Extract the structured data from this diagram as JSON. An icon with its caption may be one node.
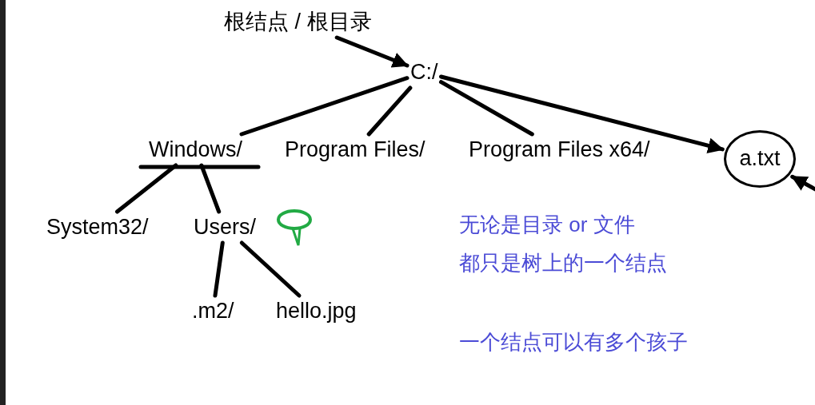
{
  "diagram": {
    "nodes": [
      {
        "text": [
          "根结点 / 根目录"
        ]
      },
      {
        "text": [
          "C:/"
        ]
      },
      {
        "text": [
          "Windows/"
        ]
      },
      {
        "text": [
          "Program Files/"
        ]
      },
      {
        "text": [
          "Program Files x64/"
        ]
      },
      {
        "text": [
          "a.txt"
        ]
      },
      {
        "text": [
          "System32/"
        ]
      },
      {
        "text": [
          "Users/"
        ]
      },
      {
        "text": [
          ".m2/"
        ]
      },
      {
        "text": [
          "hello.jpg"
        ]
      }
    ],
    "edges": [
      {
        "from": 0,
        "to": 1,
        "arrow": "to"
      },
      {
        "from": 1,
        "to": 2,
        "arrow": "none"
      },
      {
        "from": 1,
        "to": 3,
        "arrow": "none"
      },
      {
        "from": 1,
        "to": 4,
        "arrow": "none"
      },
      {
        "from": 1,
        "to": 5,
        "arrow": "to"
      },
      {
        "from": 2,
        "to": 6,
        "arrow": "none"
      },
      {
        "from": 2,
        "to": 7,
        "arrow": "none"
      },
      {
        "from": 7,
        "to": 8,
        "arrow": "none"
      },
      {
        "from": 7,
        "to": 9,
        "arrow": "none"
      },
      {
        "from": null,
        "to": 5,
        "arrow": "to"
      }
    ],
    "labels": [
      "无论是目录 or 文件",
      "都只是树上的一个结点",
      "一个结点可以有多个孩子"
    ]
  }
}
